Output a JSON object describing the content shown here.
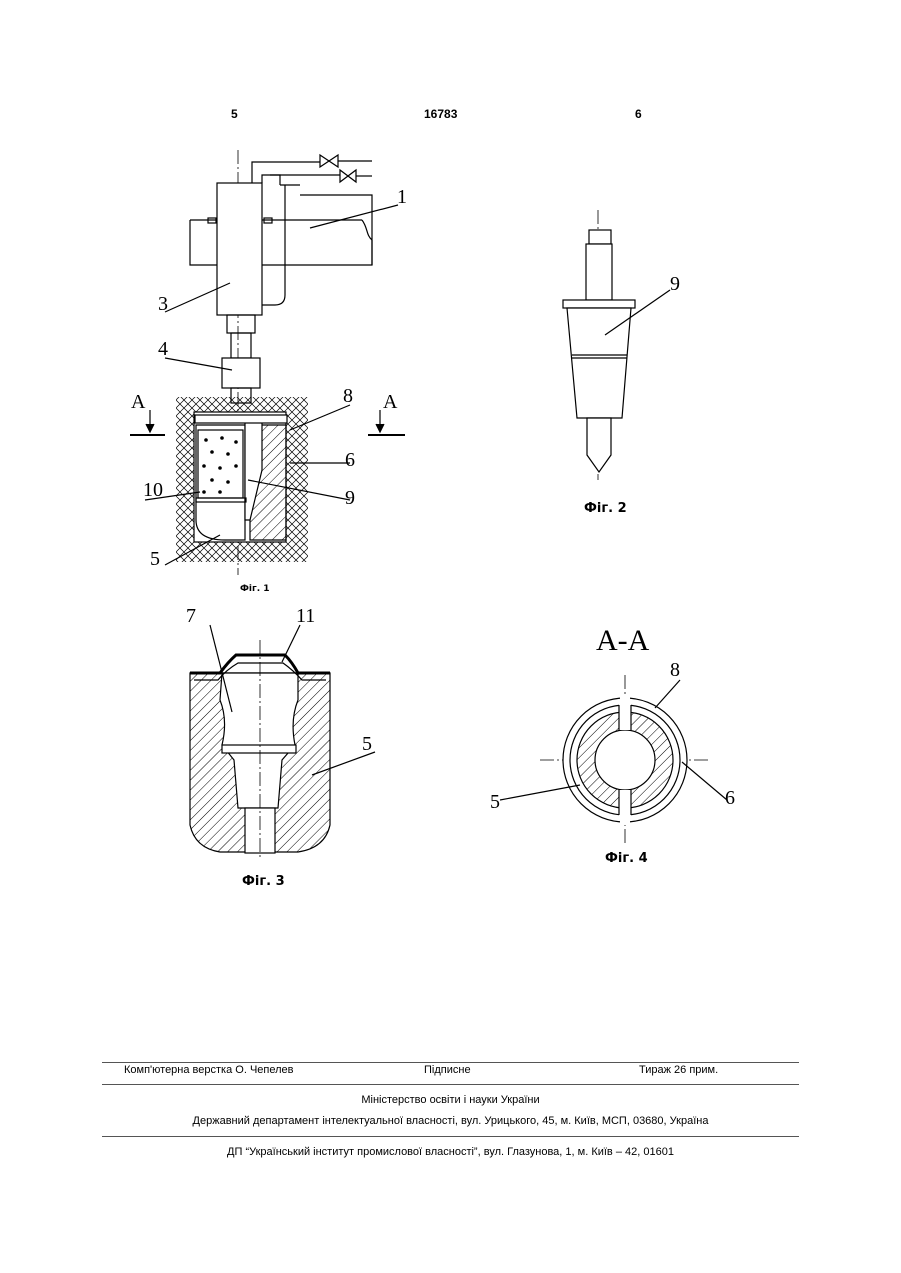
{
  "header": {
    "page_left": "5",
    "patent_number": "16783",
    "page_right": "6"
  },
  "figures": {
    "fig1": {
      "caption": "Фіг. 1",
      "labels": [
        "1",
        "3",
        "4",
        "A",
        "A",
        "8",
        "6",
        "10",
        "9",
        "5"
      ]
    },
    "fig2": {
      "caption": "Фіг. 2",
      "labels": [
        "9"
      ]
    },
    "fig3": {
      "caption": "Фіг. 3",
      "labels": [
        "7",
        "11",
        "5"
      ]
    },
    "fig4": {
      "caption": "Фіг. 4",
      "section_title": "А-А",
      "labels": [
        "8",
        "5",
        "6"
      ]
    }
  },
  "footer": {
    "layout": "Комп'ютерна верстка О. Чепелев",
    "signed": "Підписне",
    "circulation": "Тираж 26 прим.",
    "ministry": "Міністерство освіти і науки України",
    "department": "Державний департамент інтелектуальної власності, вул. Урицького, 45, м. Київ, МСП, 03680, Україна",
    "institute": "ДП “Український інститут промислової власності”, вул. Глазунова, 1, м. Київ – 42, 01601"
  }
}
